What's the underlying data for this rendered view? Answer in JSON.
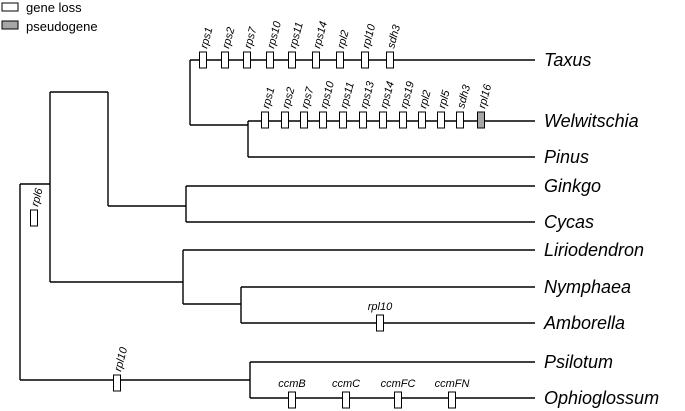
{
  "legend": {
    "gene_loss_label": "gene loss",
    "pseudogene_label": "pseudogene",
    "gene_loss_color": "#ffffff",
    "pseudogene_color": "#a6a6a6"
  },
  "taxa": {
    "taxus": "Taxus",
    "welwitschia": "Welwitschia",
    "pinus": "Pinus",
    "ginkgo": "Ginkgo",
    "cycas": "Cycas",
    "liriodendron": "Liriodendron",
    "nymphaea": "Nymphaea",
    "amborella": "Amborella",
    "psilotum": "Psilotum",
    "ophioglossum": "Ophioglossum"
  },
  "gene_events": {
    "root_gymno_angio": [
      {
        "gene": "rpl6",
        "type": "loss"
      }
    ],
    "seed_plants_vs_ferns": [
      {
        "gene": "rpl10",
        "type": "loss"
      }
    ],
    "taxus": [
      {
        "gene": "rps1",
        "type": "loss"
      },
      {
        "gene": "rps2",
        "type": "loss"
      },
      {
        "gene": "rps7",
        "type": "loss"
      },
      {
        "gene": "rps10",
        "type": "loss"
      },
      {
        "gene": "rps11",
        "type": "loss"
      },
      {
        "gene": "rps14",
        "type": "loss"
      },
      {
        "gene": "rpl2",
        "type": "loss"
      },
      {
        "gene": "rpl10",
        "type": "loss"
      },
      {
        "gene": "sdh3",
        "type": "loss"
      }
    ],
    "welwitschia": [
      {
        "gene": "rps1",
        "type": "loss"
      },
      {
        "gene": "rps2",
        "type": "loss"
      },
      {
        "gene": "rps7",
        "type": "loss"
      },
      {
        "gene": "rps10",
        "type": "loss"
      },
      {
        "gene": "rps11",
        "type": "loss"
      },
      {
        "gene": "rps13",
        "type": "loss"
      },
      {
        "gene": "rps14",
        "type": "loss"
      },
      {
        "gene": "rps19",
        "type": "loss"
      },
      {
        "gene": "rpl2",
        "type": "loss"
      },
      {
        "gene": "rpl5",
        "type": "loss"
      },
      {
        "gene": "sdh3",
        "type": "loss"
      },
      {
        "gene": "rpl16",
        "type": "pseudogene"
      }
    ],
    "amborella": [
      {
        "gene": "rpl10",
        "type": "loss"
      }
    ],
    "ophioglossum": [
      {
        "gene": "ccmB",
        "type": "loss"
      },
      {
        "gene": "ccmC",
        "type": "loss"
      },
      {
        "gene": "ccmFC",
        "type": "loss"
      },
      {
        "gene": "ccmFN",
        "type": "loss"
      }
    ]
  }
}
